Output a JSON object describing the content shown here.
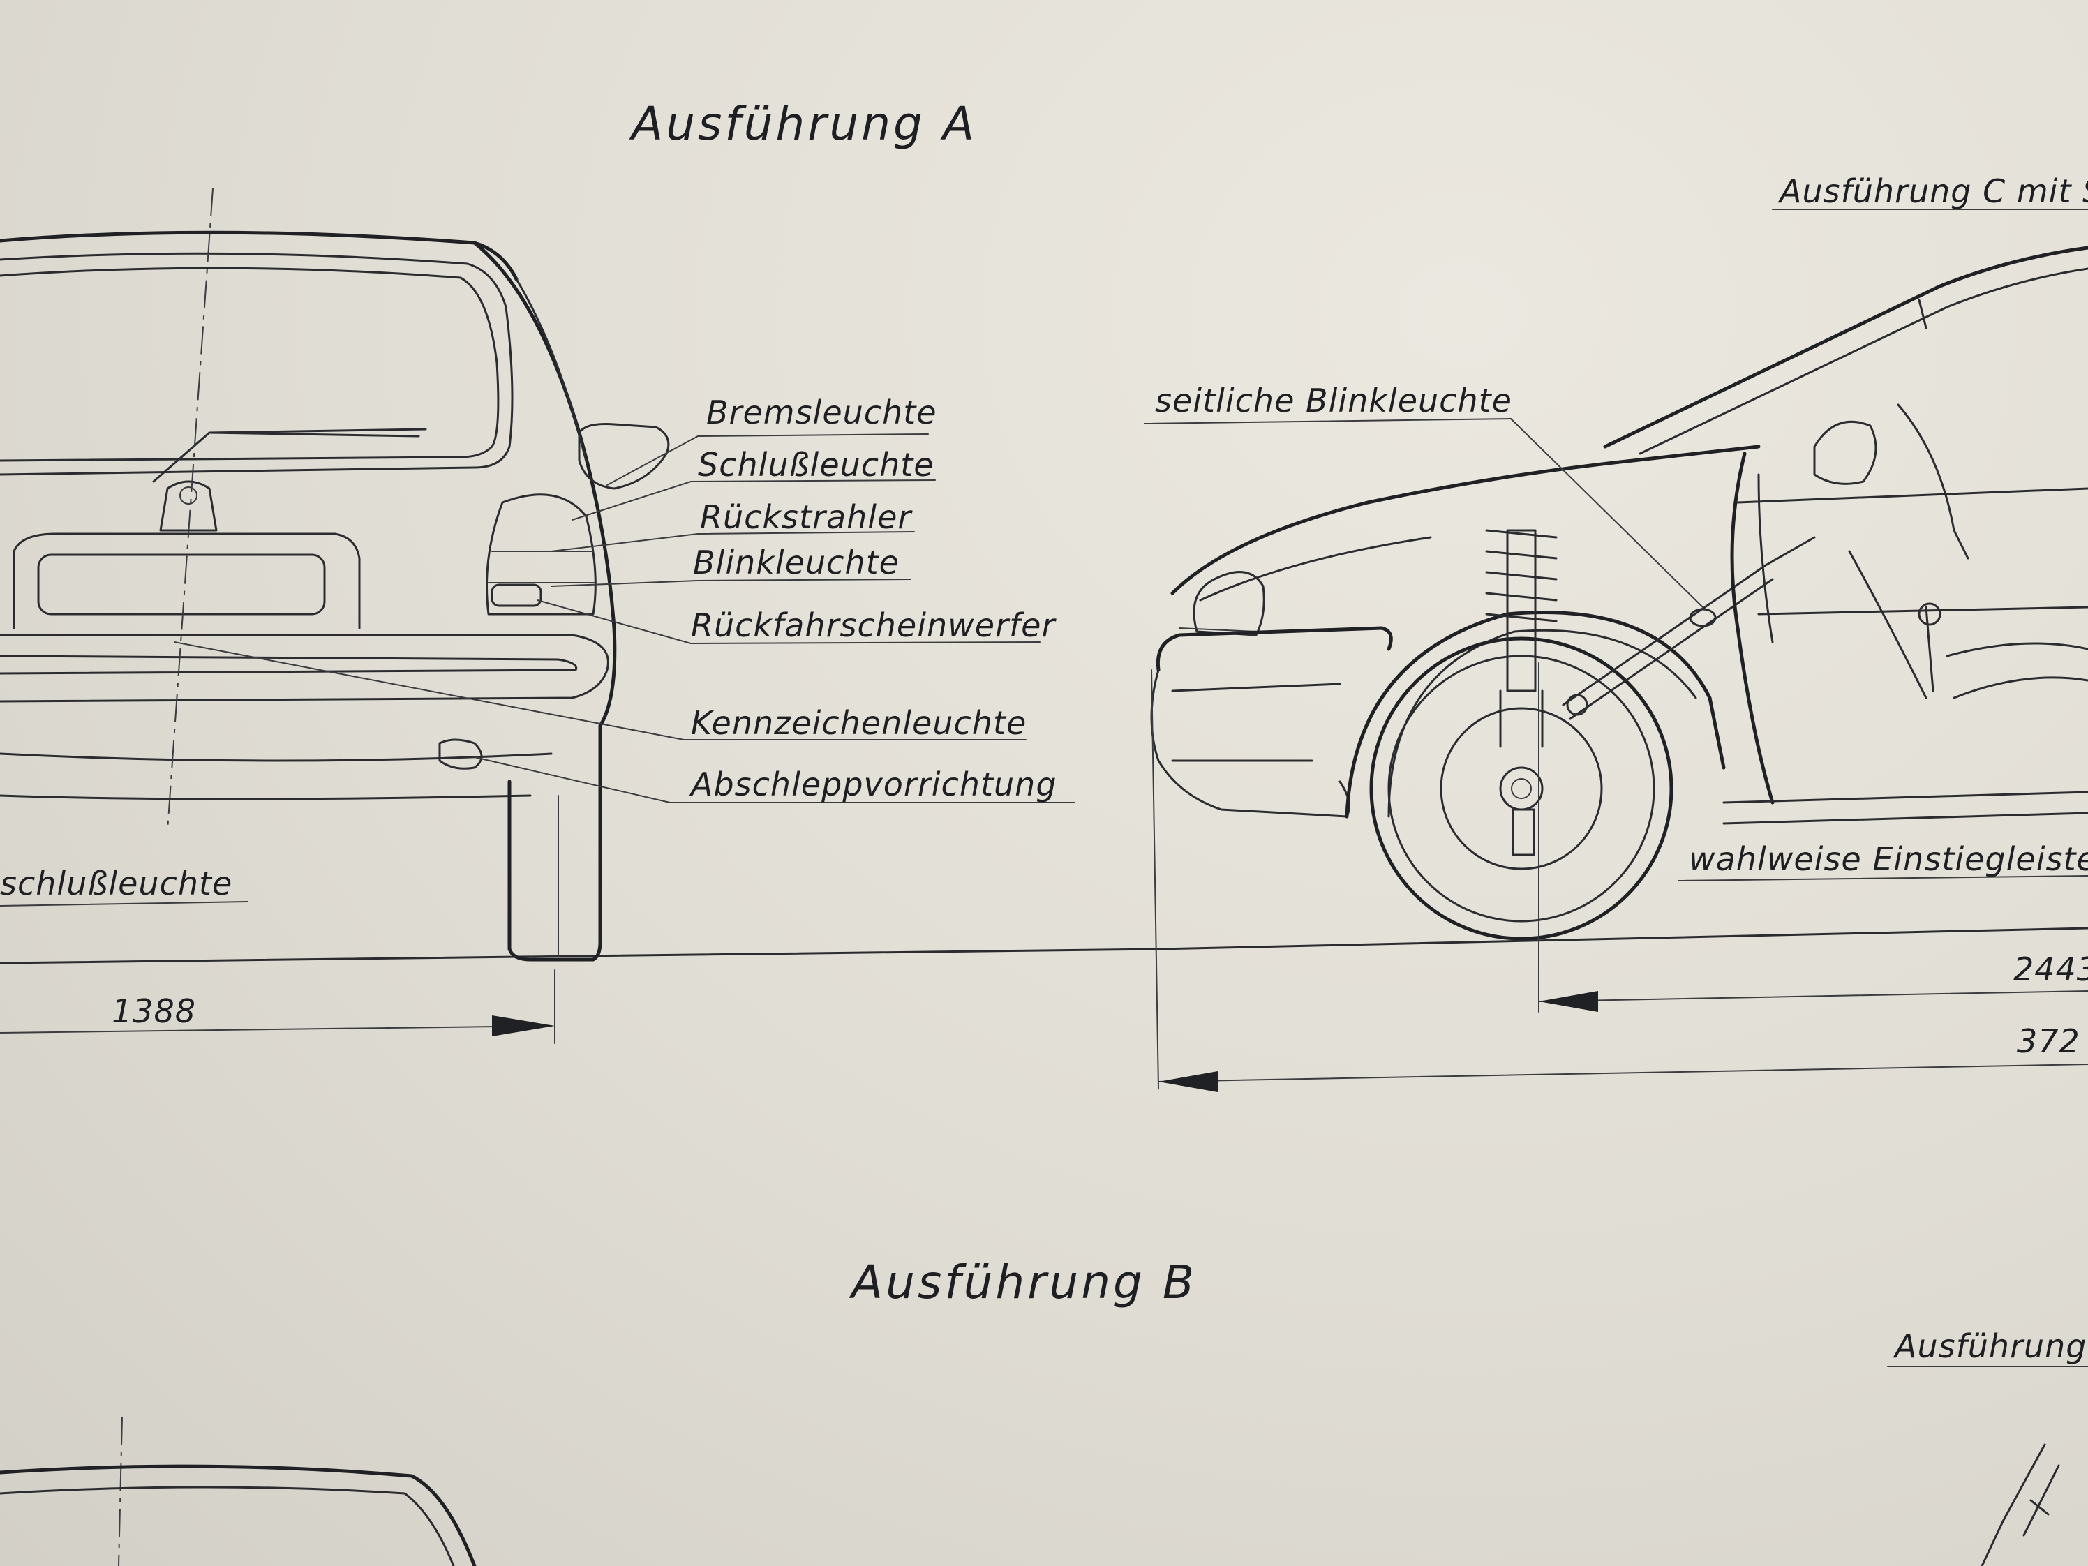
{
  "titles": {
    "variant_a": "Ausführung A",
    "variant_b": "Ausführung B",
    "variant_c_partial": "Ausführung C mit S",
    "variant_partial_lower": "Ausführung"
  },
  "rear_view_labels": {
    "brake_light": "Bremsleuchte",
    "tail_light": "Schlußleuchte",
    "reflector": "Rückstrahler",
    "turn_signal": "Blinkleuchte",
    "reversing_light": "Rückfahrscheinwerfer",
    "license_plate_light": "Kennzeichenleuchte",
    "towing_device": "Abschleppvorrichtung",
    "fog_tail_light_partial": "schlußleuchte"
  },
  "side_view_labels": {
    "side_turn_signal": "seitliche Blinkleuchte",
    "optional_sill_trim": "wahlweise Einstiegleiste"
  },
  "dimensions": {
    "track_width": "1388",
    "wheel_dim_partial": "2443",
    "overhang_partial": "372"
  },
  "colors": {
    "paper": "#dedbd2",
    "ink": "#1f2124"
  }
}
